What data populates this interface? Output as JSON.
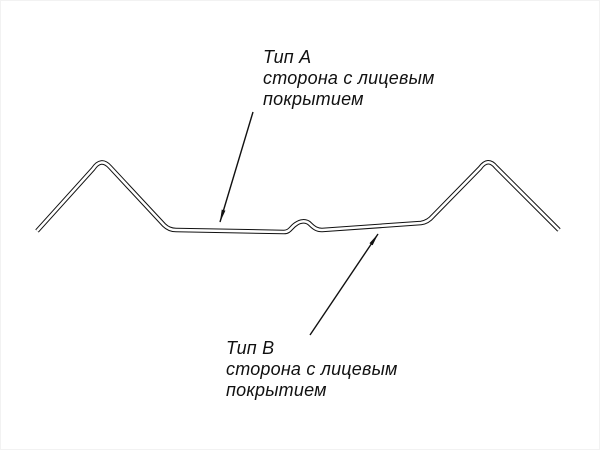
{
  "diagram": {
    "kind": "technical-profile-cross-section",
    "colors": {
      "line": "#111111",
      "background": "#ffffff"
    },
    "labels": {
      "top": {
        "line1": "Тип А",
        "line2": "сторона с лицевым",
        "line3": "покрытием"
      },
      "bottom": {
        "line1": "Тип В",
        "line2": "сторона с лицевым",
        "line3": "покрытием"
      }
    }
  }
}
